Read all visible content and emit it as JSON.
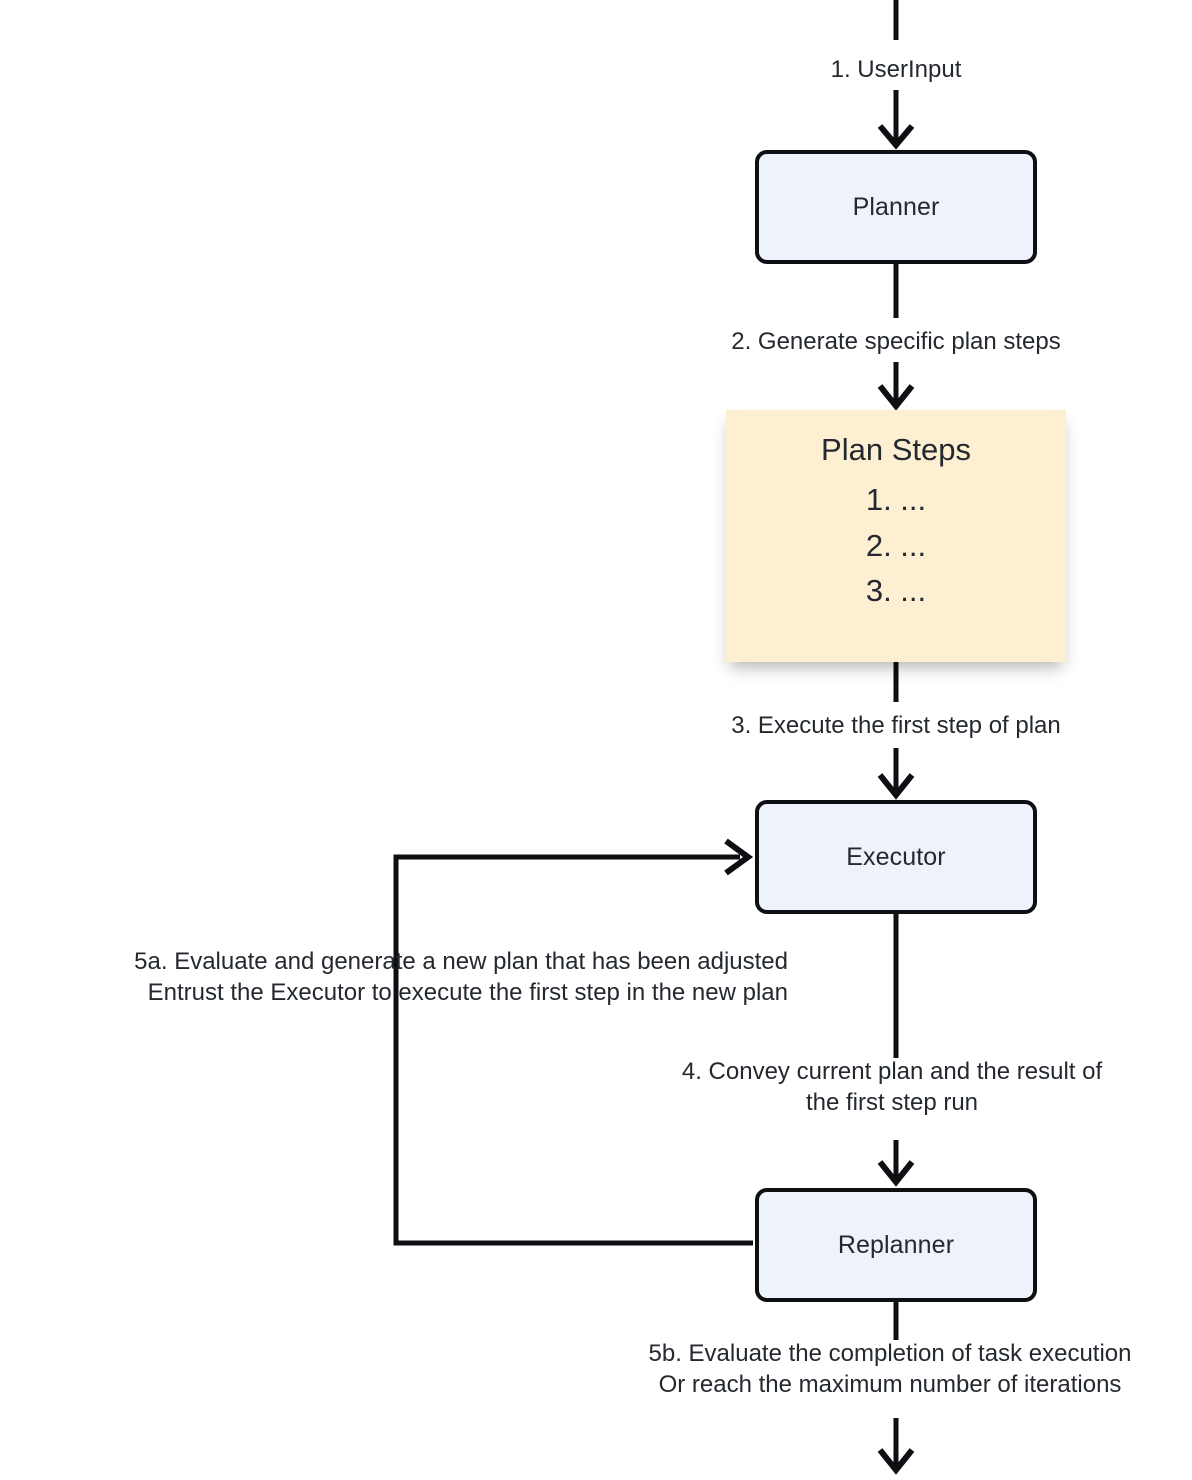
{
  "diagram": {
    "title": "Plan and Execute Agent Workflow",
    "background_color": "#ffffff",
    "node_fill_color": "#eef2fb",
    "node_border_color": "#0d0f12",
    "note_fill_color": "#fcefd2",
    "text_color": "#24292f"
  },
  "nodes": {
    "planner": {
      "label": "Planner",
      "type": "process"
    },
    "plan_steps": {
      "title": "Plan Steps",
      "type": "note",
      "items": [
        "1. ...",
        "2. ...",
        "3. ..."
      ]
    },
    "executor": {
      "label": "Executor",
      "type": "process"
    },
    "replanner": {
      "label": "Replanner",
      "type": "process"
    }
  },
  "edges": {
    "input_to_planner": {
      "label": "1. UserInput"
    },
    "planner_to_plan_steps": {
      "label": "2. Generate specific plan steps"
    },
    "plan_steps_to_executor": {
      "label": "3. Execute the first step of plan"
    },
    "executor_to_replanner": {
      "line1": "4. Convey current plan and the result of",
      "line2": "the first step run"
    },
    "replanner_to_executor": {
      "line1": "5a. Evaluate and generate a new plan that has been adjusted",
      "line2": "Entrust the Executor to execute the first step in the new plan"
    },
    "replanner_to_end": {
      "line1": "5b. Evaluate the completion of task execution",
      "line2": "Or reach the maximum number of iterations"
    }
  }
}
